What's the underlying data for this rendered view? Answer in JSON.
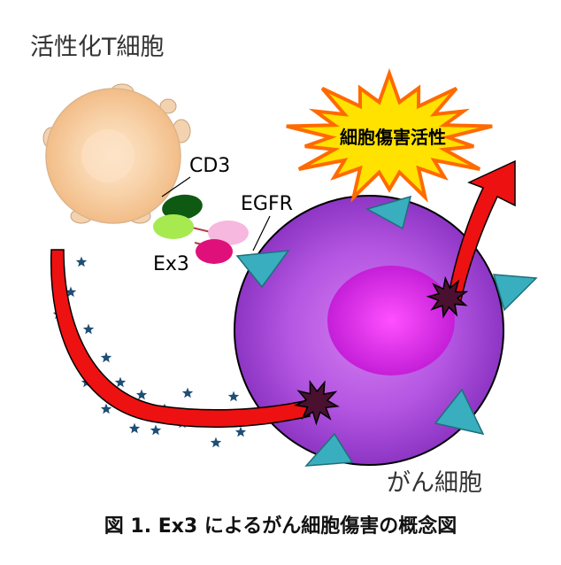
{
  "labels": {
    "activated_t_cell": "活性化T細胞",
    "cd3": "CD3",
    "egfr": "EGFR",
    "ex3": "Ex3",
    "cytotoxicity": "細胞傷害活性",
    "cancer_cell": "がん細胞"
  },
  "caption": "図 1. Ex3 によるがん細胞傷害の概念図",
  "colors": {
    "t_cell_fill": "#f6c89a",
    "t_cell_core": "#fbe0c4",
    "cancer_cell_fill": "#b050e0",
    "nucleus_fill": "#d930e8",
    "receptor_teal": "#39aebe",
    "arrow_red": "#ee1111",
    "burst_yellow": "#ffe200",
    "burst_orange": "#ff6a00",
    "cd3_green": "#0e5a12",
    "ex3_lime": "#a6ea50",
    "ex3_pink": "#f7b8df",
    "ex3_magenta": "#e0107a",
    "star_navy": "#1e4e74"
  }
}
